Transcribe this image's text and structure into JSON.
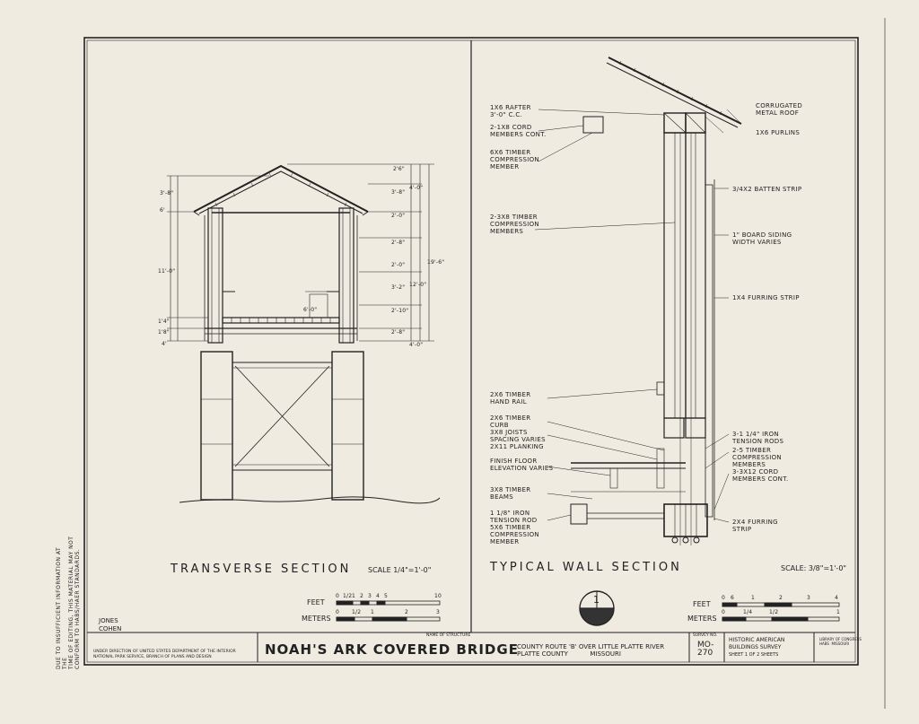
{
  "sheet": {
    "left_title": "TRANSVERSE SECTION",
    "left_scale": "SCALE 1/4\"=1'-0\"",
    "right_title": "TYPICAL WALL SECTION",
    "right_scale": "SCALE: 3/8\"=1'-0\"",
    "section_mark": "1"
  },
  "transverse_dims": {
    "left": [
      "6'",
      "3'-8\"",
      "11'-0\"",
      "1'4\"",
      "1'8\"",
      "4'"
    ],
    "right": [
      "2'6\"",
      "3'-8\"",
      "2'-0\"",
      "2'-8\"",
      "2'-0\"",
      "3'-2\"",
      "2'-10\"",
      "2'-8\"",
      "4'-0\"",
      "12'-0\"",
      "19'-6\"",
      "4'-0\""
    ],
    "center": "6'-0\""
  },
  "left_scale_bar": {
    "feet_label": "FEET",
    "feet_ticks": [
      "0",
      "1/2",
      "1",
      "2",
      "3",
      "4",
      "5",
      "10"
    ],
    "meters_label": "METERS",
    "meters_ticks": [
      "0",
      "1/2",
      "1",
      "2",
      "3"
    ]
  },
  "right_scale_bar": {
    "feet_label": "FEET",
    "feet_ticks": [
      "0",
      "6",
      "1",
      "2",
      "3",
      "4"
    ],
    "meters_label": "METERS",
    "meters_ticks": [
      "0",
      "1/4",
      "1/2",
      "1"
    ]
  },
  "left_labels": [
    "1x6 RAFTER\n3'-0\" C.C.",
    "2-1x8 CORD\nMEMBERS CONT.",
    "6x6 TIMBER\nCOMPRESSION\nMEMBER",
    "2-3x8 TIMBER\nCOMPRESSION\nMEMBERS",
    "2x6 TIMBER\nHAND RAIL",
    "2x6 TIMBER\nCURB",
    "3x8 JOISTS\nSPACING VARIES\n2x11 PLANKING",
    "FINISH FLOOR\nELEVATION VARIES",
    "3x8 TIMBER\nBEAMS",
    "1 1/8\" IRON\nTENSION ROD\n5x6 TIMBER\nCOMPRESSION\nMEMBER"
  ],
  "right_labels": [
    "CORRUGATED\nMETAL ROOF",
    "1x6 PURLINS",
    "3/4x2 BATTEN STRIP",
    "1\" BOARD SIDING\nWIDTH VARIES",
    "1x4 FURRING STRIP",
    "3-1 1/4\" IRON\nTENSION RODS",
    "2-5 TIMBER\nCOMPRESSION\nMEMBERS",
    "3-3x12 CORD\nMEMBERS CONT.",
    "2x4 FURRING\nSTRIP"
  ],
  "side_note": [
    "DUE TO INSUFFICIENT INFORMATION AT THE",
    "TIME OF EDITING, THIS MATERIAL MAY NOT",
    "CONFORM TO HABS/HAER STANDARDS."
  ],
  "title_block": {
    "delineator": "JONES\nCOHEN",
    "agency": "UNDER DIRECTION OF UNITED STATES DEPARTMENT OF THE INTERIOR\nNATIONAL PARK SERVICE, BRANCH OF PLANS AND DESIGN",
    "name_caption": "NAME OF STRUCTURE",
    "structure_name": "NOAH'S ARK COVERED BRIDGE",
    "location": "COUNTY ROUTE 'B' OVER LITTLE PLATTE RIVER\nPLATTE COUNTY           MISSOURI",
    "survey_caption": "SURVEY NO.",
    "survey_no": "MO-\n270",
    "habs": "HISTORIC AMERICAN\nBUILDINGS SURVEY",
    "sheet_no": "SHEET 1 OF 2 SHEETS",
    "library_note": "LIBRARY OF CONGRESS\nHABS  MISSOURI"
  },
  "colors": {
    "paper": "#efebe1",
    "ink": "#1d1d1d"
  }
}
